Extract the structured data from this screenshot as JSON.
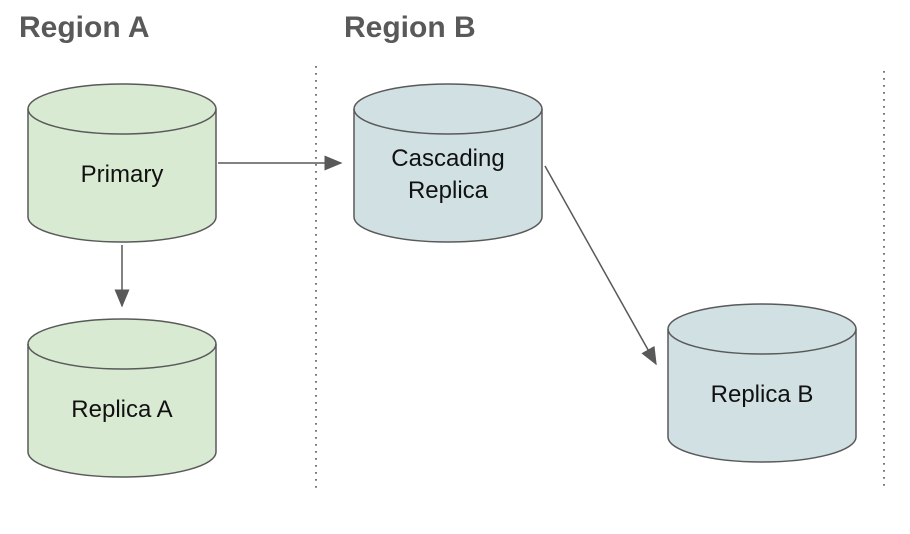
{
  "diagram": {
    "type": "database-replication-topology",
    "background": "#ffffff",
    "title_color": "#595959",
    "stroke_color": "#595959",
    "regions": [
      {
        "title": "Region A"
      },
      {
        "title": "Region B"
      }
    ],
    "nodes": [
      {
        "id": "primary",
        "label": "Primary",
        "shape": "database-cylinder",
        "fill": "#d9ead3",
        "region": "Region A"
      },
      {
        "id": "replica-a",
        "label": "Replica A",
        "shape": "database-cylinder",
        "fill": "#d9ead3",
        "region": "Region A"
      },
      {
        "id": "cascading-replica",
        "label": "Cascading Replica",
        "shape": "database-cylinder",
        "fill": "#d0e0e3",
        "region": "Region B"
      },
      {
        "id": "replica-b",
        "label": "Replica B",
        "shape": "database-cylinder",
        "fill": "#d0e0e3",
        "region": "Region B"
      }
    ],
    "edges": [
      {
        "from": "Primary",
        "to": "Cascading Replica",
        "style": "solid-arrow"
      },
      {
        "from": "Primary",
        "to": "Replica A",
        "style": "solid-arrow"
      },
      {
        "from": "Cascading Replica",
        "to": "Replica B",
        "style": "solid-arrow"
      }
    ],
    "separators": [
      {
        "between": "Region A | Region B",
        "style": "dotted-vertical"
      },
      {
        "between": "Region B | right edge",
        "style": "dotted-vertical"
      }
    ]
  }
}
